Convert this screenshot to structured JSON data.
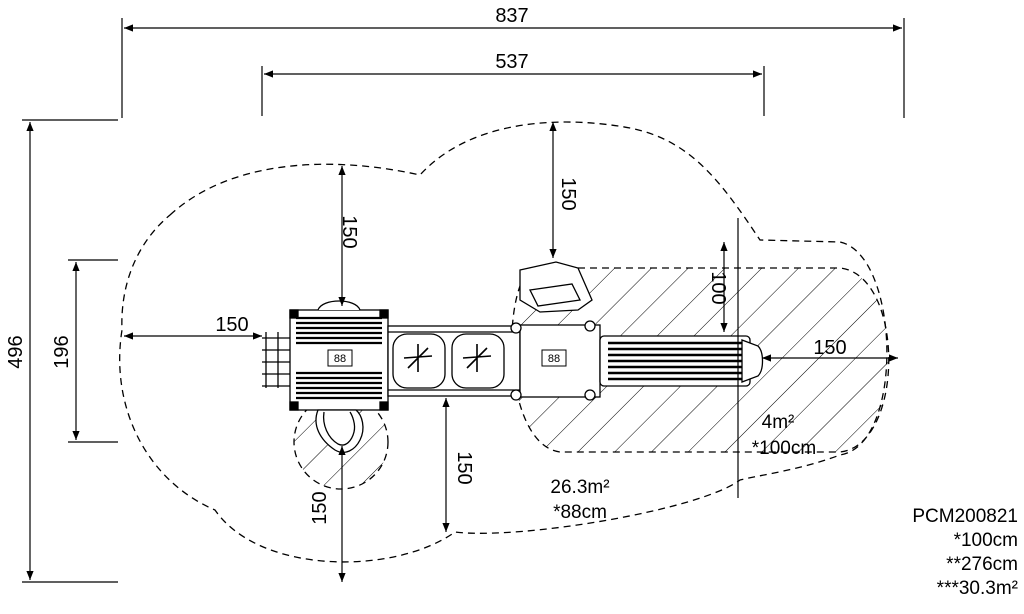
{
  "dimensions": {
    "overall_width": "837",
    "structure_width": "537",
    "overall_height": "496",
    "structure_height": "196",
    "clearance_left": "150",
    "clearance_top_left": "150",
    "clearance_top_right": "150",
    "clearance_bottom_mid": "150",
    "clearance_bottom_left": "150",
    "clearance_right": "150",
    "clearance_slide_side": "100"
  },
  "areas": {
    "main_area": "26.3m²",
    "main_height": "*88cm",
    "slide_area": "4m²",
    "slide_height": "*100cm"
  },
  "platform_tags": {
    "left_tower": "88",
    "right_tower": "88"
  },
  "product_info": {
    "code": "PCM200821",
    "line1": "*100cm",
    "line2": "**276cm",
    "line3": "***30.3m²"
  }
}
